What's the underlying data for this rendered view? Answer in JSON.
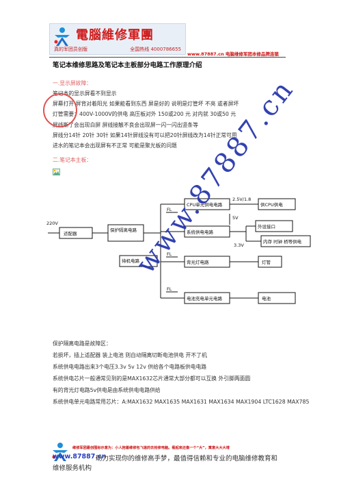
{
  "header": {
    "logo_title": "電腦維修軍團",
    "logo_sub": "真的军团员创版",
    "logo_phone": "全国热线 4000786655",
    "link": "www.87887.cn 电脑维修军团本修品牌连锁"
  },
  "doc": {
    "title": "笔记本维修思路及笔记本主板部分电路工作原理介绍",
    "sec1_heading": "一.显示屏故障：",
    "lines1": [
      "笔记本的显示屏看不到显示",
      "屏幕打开 屏背对着阳光  如果能看到东西  屏是好的  说明是灯管坏  不亮  或者屏坏",
      "灯管需要：400V-1000V的供电  高压板对外 150或200 元  对内就 30或50 元",
      "屏线断了会出现白屏  屏线接触不良会出现屏一闪一闪出竖条等",
      "屏线分14针  20针  30针  如果14针屏线没有可以把20针屏线改为14针正常可用",
      "进水的笔记本会出现屏有不正常  可能是聚光板的问题"
    ],
    "sec2_heading": "二.笔记本主板：",
    "lines2": [
      "保护隔离电路是故障区：",
      "若损坏，插上适配器  装上电池  则自动隔离切断电池供电  开不了机",
      "系统供电电路出来3个电压3.3v 5v 12v 供给各个电路板供电电路",
      "系统供电芯片一般通常见到的是MAX1632芯片通常大部分都可以互换  外引脚两面圆",
      "有的背光灯电路5v供电是由系统供电电路供给",
      "系统供电单元电路常用芯片：A:MAX1632 MAX1635 MAX1631 MAX1634 MAX1904 LTC1628 MAX785"
    ]
  },
  "diagram": {
    "v220": "220V",
    "adapter": "适配器",
    "protect": "保护隔离电路",
    "standby": "待机电路",
    "cpu_power": "CPU单元供电电路",
    "system_power": "系统供电电路",
    "backlight": "背光灯电路",
    "battery_charge": "电池充电单元电路",
    "cpu_out": "供CPU供电",
    "ext_port": "外设接口",
    "mem": "内存  时钟  桥等供电",
    "lamp": "灯管",
    "battery": "电池",
    "v25": "2.5V/1.8",
    "v5": "5V",
    "v33": "3.3V",
    "fl": "FL"
  },
  "watermark": "www.87887.cn",
  "footer": {
    "note": "维修军团最创围标示意为：小人抱着维修包飞速的去抢修电脑。看起来还像一个“大”，寓意大大大增",
    "url": "www.87887.cn",
    "slogan_a": "助力实现你的维修高手梦，最值得信赖和专业的电脑维修教育和",
    "slogan_b": "维修服务机构"
  }
}
